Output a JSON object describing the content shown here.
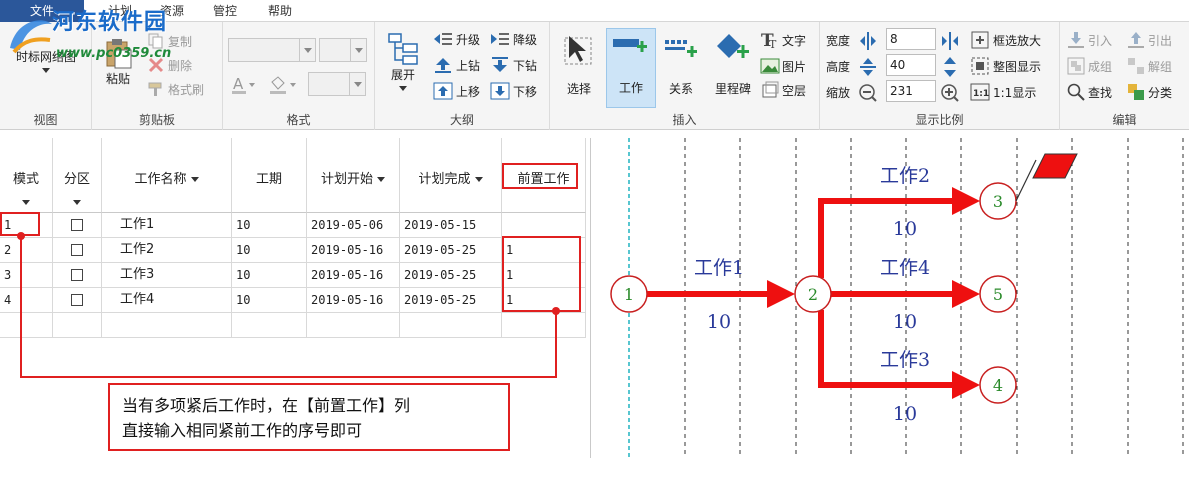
{
  "menu": {
    "items": [
      {
        "label": "文件",
        "active": true
      },
      {
        "label": "计划",
        "active": false
      },
      {
        "label": "资源",
        "active": false
      },
      {
        "label": "管控",
        "active": false
      },
      {
        "label": "帮助",
        "active": false
      }
    ]
  },
  "watermark": {
    "name": "河东软件园",
    "url": "www.pc0359.cn"
  },
  "ribbon": {
    "view": {
      "label": "视图",
      "network_button": "时标网络图"
    },
    "clipboard": {
      "label": "剪贴板",
      "paste": "粘贴",
      "copy": "复制",
      "delete": "删除",
      "format_painter": "格式刷"
    },
    "format": {
      "label": "格式"
    },
    "outline": {
      "label": "大纲",
      "expand": "展开",
      "upgrade": "升级",
      "downgrade": "降级",
      "drill_up": "上钻",
      "drill_down": "下钻",
      "move_up": "上移",
      "move_down": "下移"
    },
    "insert": {
      "label": "插入",
      "select": "选择",
      "work": "工作",
      "relation": "关系",
      "milestone": "里程碑",
      "text": "文字",
      "picture": "图片",
      "empty_layer": "空层"
    },
    "scale": {
      "label": "显示比例",
      "width_label": "宽度",
      "width_value": "8",
      "height_label": "高度",
      "height_value": "40",
      "zoom_label": "缩放",
      "zoom_value": "231",
      "zoom_box": "框选放大",
      "fit_all": "整图显示",
      "one_to_one": "1:1显示"
    },
    "edit": {
      "label": "编辑",
      "import": "引入",
      "export": "引出",
      "group": "成组",
      "ungroup": "解组",
      "find": "查找",
      "classify": "分类"
    }
  },
  "grid": {
    "headers": {
      "mode": "模式",
      "partition": "分区",
      "name": "工作名称",
      "duration": "工期",
      "start": "计划开始",
      "finish": "计划完成",
      "predecessor": "前置工作"
    },
    "rows": [
      {
        "mode": "1",
        "name": "工作1",
        "duration": "10",
        "start": "2019-05-06",
        "finish": "2019-05-15",
        "predecessor": ""
      },
      {
        "mode": "2",
        "name": "工作2",
        "duration": "10",
        "start": "2019-05-16",
        "finish": "2019-05-25",
        "predecessor": "1"
      },
      {
        "mode": "3",
        "name": "工作3",
        "duration": "10",
        "start": "2019-05-16",
        "finish": "2019-05-25",
        "predecessor": "1"
      },
      {
        "mode": "4",
        "name": "工作4",
        "duration": "10",
        "start": "2019-05-16",
        "finish": "2019-05-25",
        "predecessor": "1"
      }
    ]
  },
  "network": {
    "nodes": [
      "1",
      "2",
      "3",
      "4",
      "5"
    ],
    "works": [
      {
        "name": "工作1",
        "duration": "10"
      },
      {
        "name": "工作2",
        "duration": "10"
      },
      {
        "name": "工作4",
        "duration": "10"
      },
      {
        "name": "工作3",
        "duration": "10"
      }
    ],
    "colors": {
      "arrow": "#ee1010",
      "node_text": "#2a8a2a",
      "label": "#2a3a9a"
    }
  },
  "annotation": {
    "line1": "当有多项紧后工作时，在【前置工作】列",
    "line2": "直接输入相同紧前工作的序号即可"
  }
}
